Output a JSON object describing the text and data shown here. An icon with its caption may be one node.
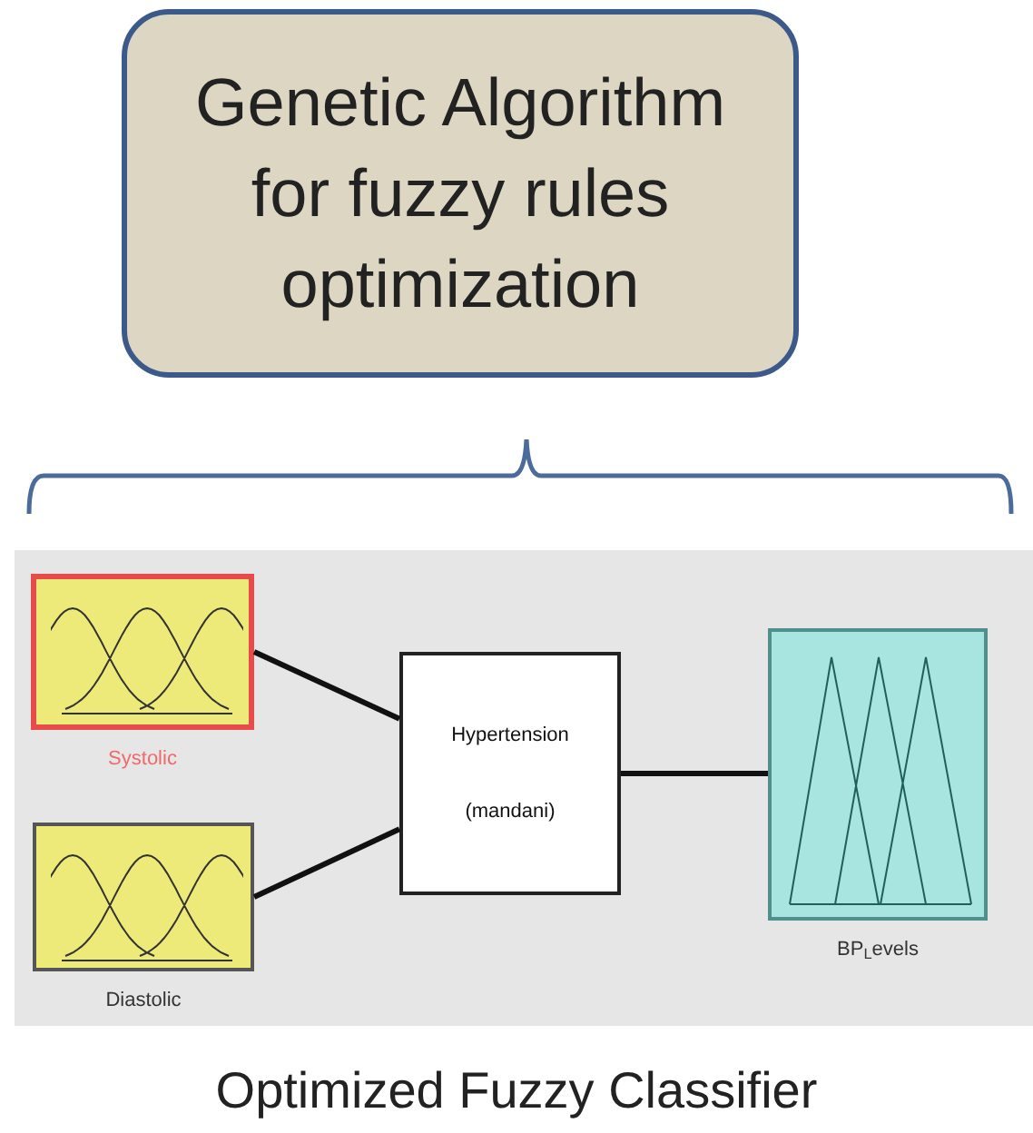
{
  "diagram": {
    "nodes": [
      {
        "text": [
          "Genetic Algorithm for fuzzy rules optimization"
        ]
      },
      {
        "text": [],
        "shape": "box"
      },
      {
        "text": [
          "Systolic"
        ],
        "in": 1
      },
      {
        "text": [
          "Diastolic"
        ],
        "in": 1
      },
      {
        "text": [
          "Hypertension",
          "(mandani)"
        ],
        "in": 1
      },
      {
        "text": [
          "BP$_{L}$evels"
        ],
        "in": 1
      }
    ],
    "edges": [
      {
        "from": 2,
        "to": 4,
        "arrow": "none"
      },
      {
        "from": 3,
        "to": 4,
        "arrow": "none"
      },
      {
        "from": 4,
        "to": 5,
        "arrow": "none"
      }
    ],
    "labels": [
      "Optimized Fuzzy Classifier"
    ]
  }
}
